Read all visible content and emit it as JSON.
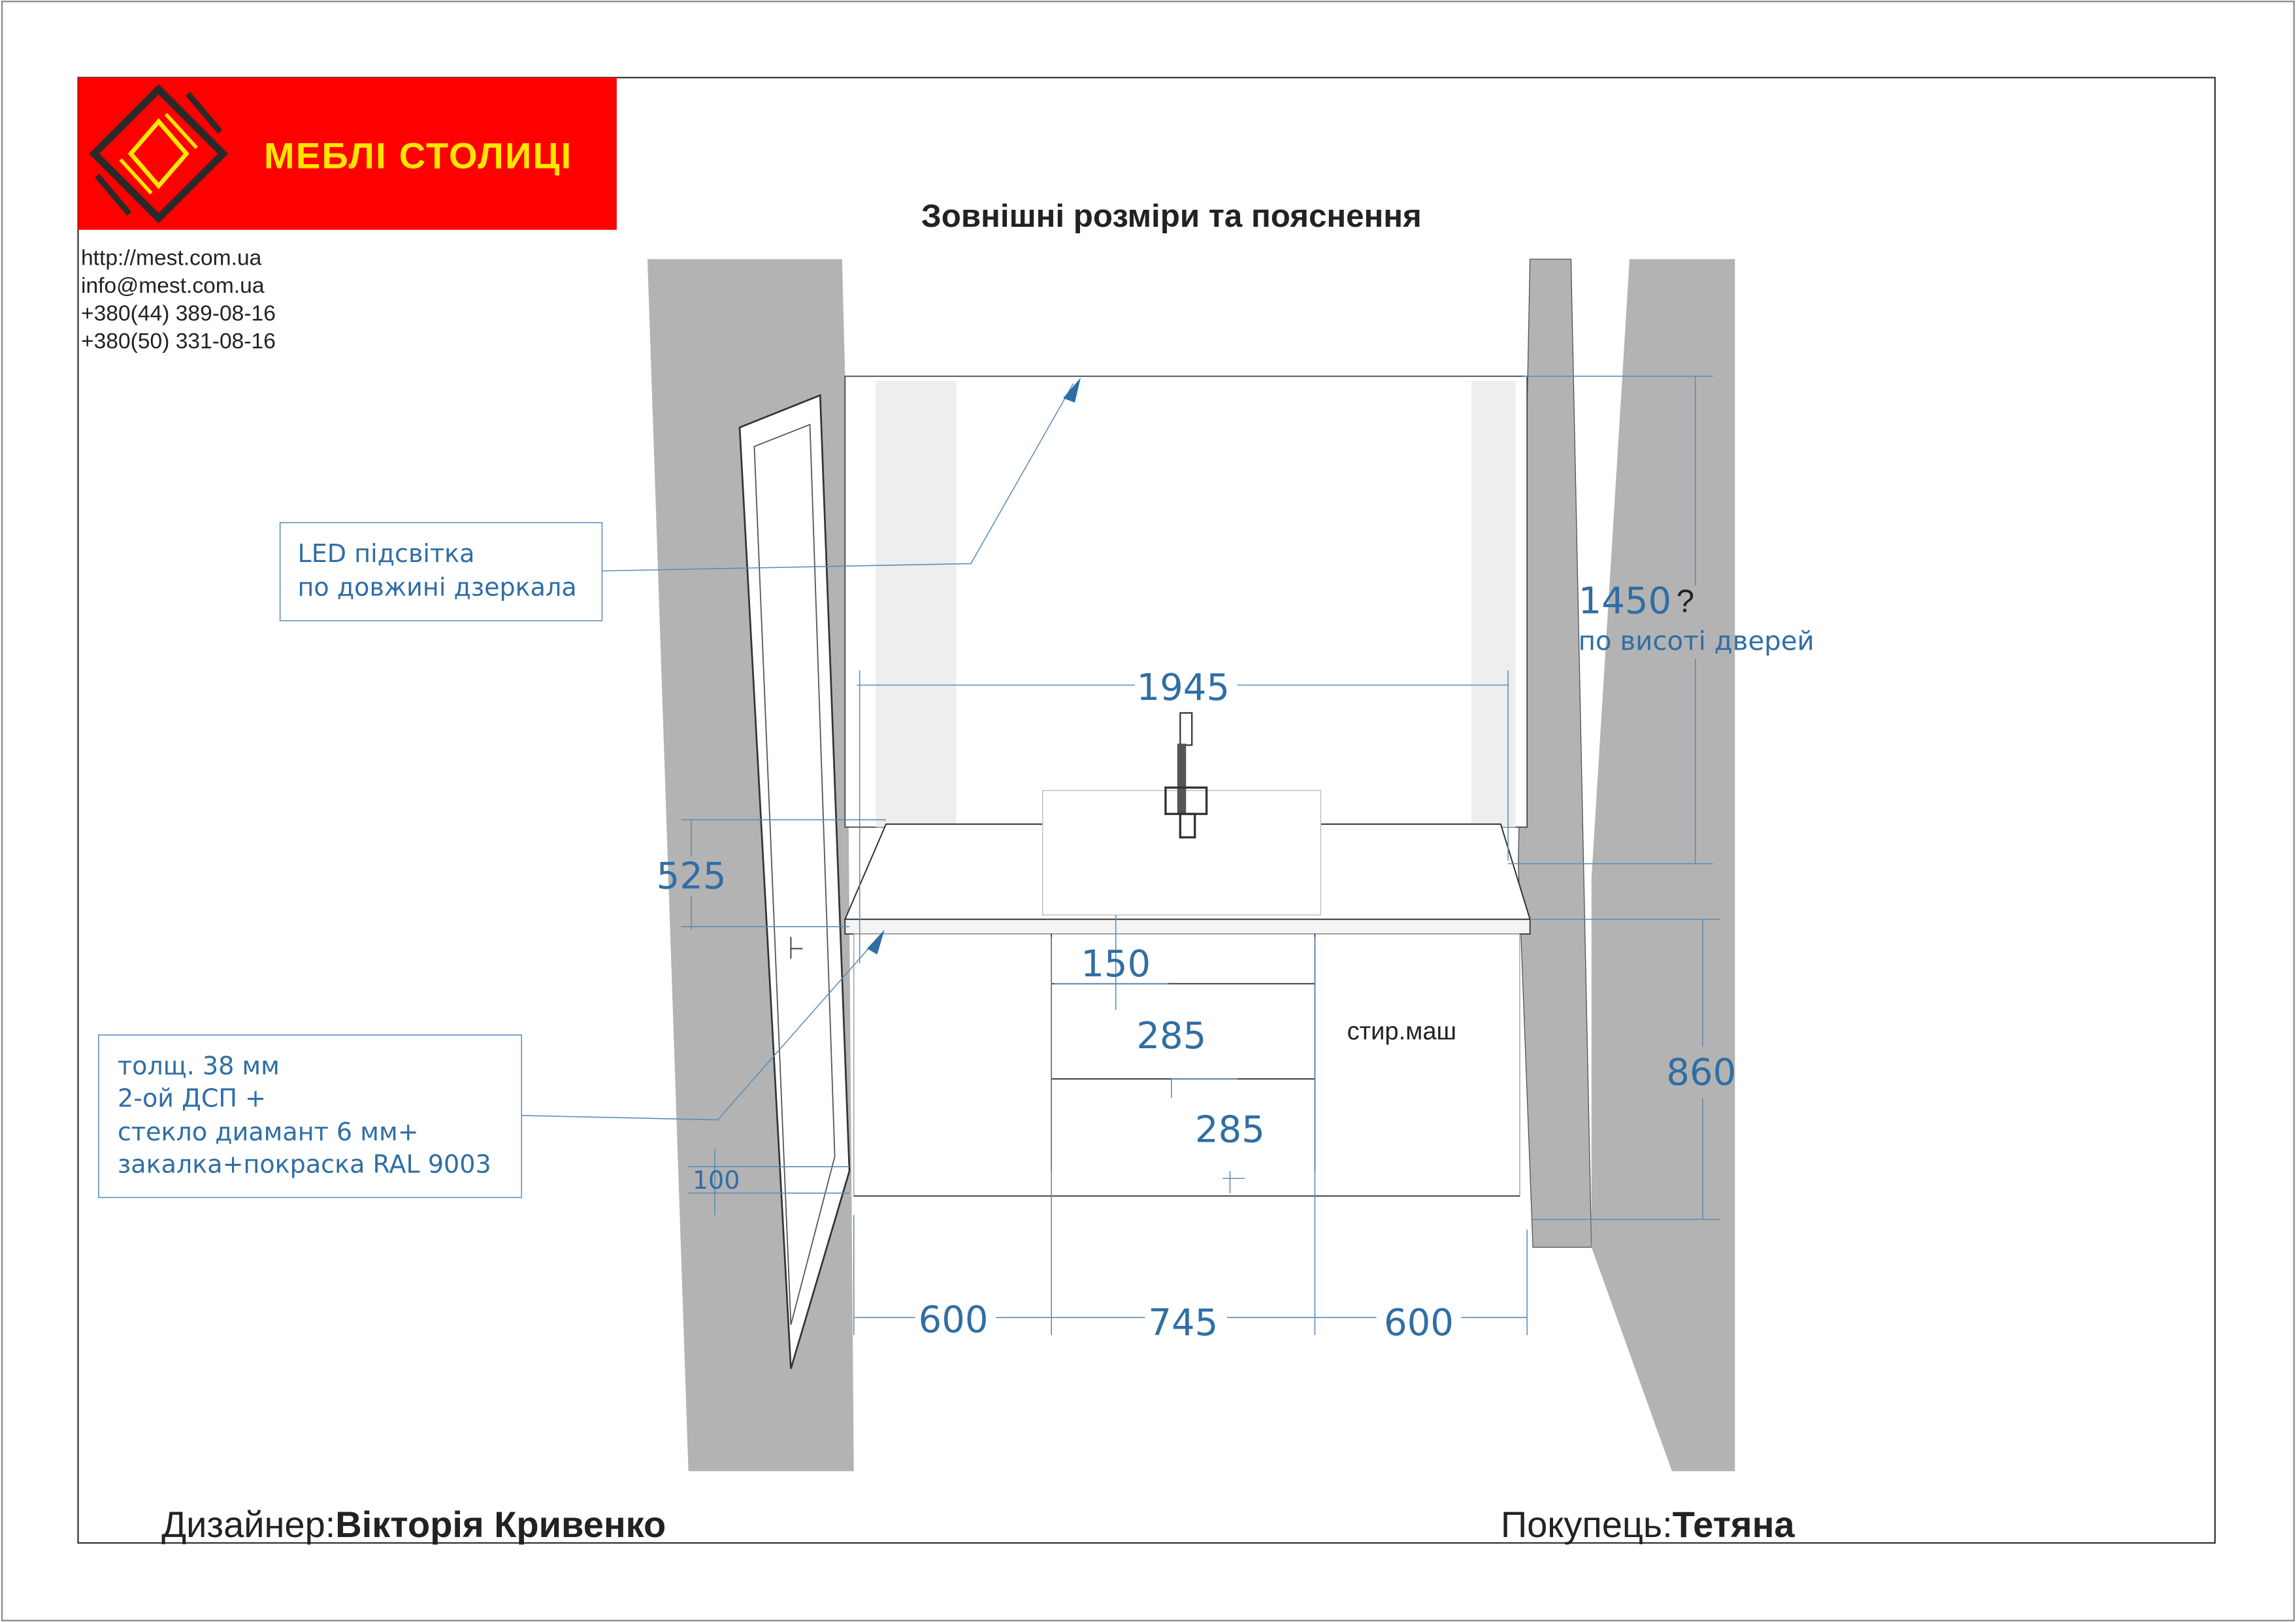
{
  "header": {
    "logo_text": "МЕБЛІ СТОЛИЦІ",
    "contacts": [
      "http://mest.com.ua",
      "info@mest.com.ua",
      "+380(44)   389-08-16",
      "+380(50)   331-08-16"
    ],
    "brand_color": "#ff0000",
    "logo_text_color": "#ffe600"
  },
  "title": "Зовнішні розміри та пояснення",
  "callouts": {
    "led": [
      "LED підсвітка",
      "по довжині дзеркала"
    ],
    "top": [
      "толщ. 38 мм",
      "2-ой ДСП +",
      "стекло диамант 6 мм+",
      "закалка+покраска RAL 9003"
    ]
  },
  "dimensions": {
    "mirror_width": "1945",
    "mirror_height": "1450",
    "mirror_height_q": "?",
    "mirror_height_note": "по висоті дверей",
    "gap": "525",
    "cabinet_height": "860",
    "drawer_top": "150",
    "drawer_mid": "285",
    "drawer_bottom": "285",
    "plinth": "100",
    "left_width": "600",
    "center_width": "745",
    "right_width": "600"
  },
  "labels": {
    "washer": "стир.маш"
  },
  "footer": {
    "designer_label": "Дизайнер:",
    "designer_name": "Вікторія Кривенко",
    "customer_label": "Покупець:",
    "customer_name": "Тетяна"
  },
  "colors": {
    "dimension": "#2f6ea5",
    "wall": "#b3b3b3"
  }
}
